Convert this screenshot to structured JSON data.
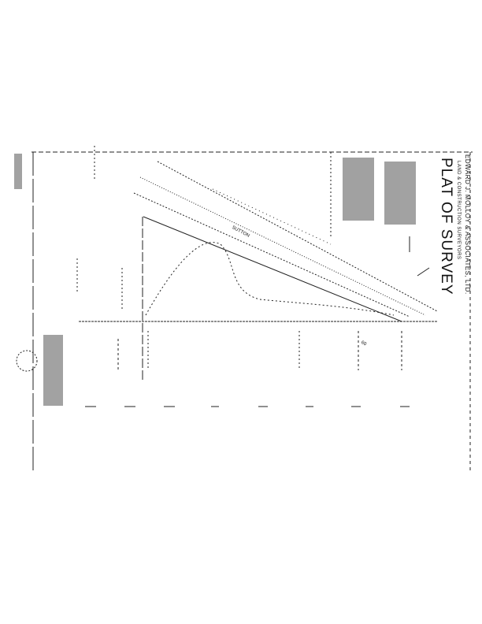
{
  "title_block": {
    "firm_name": "EDWARD J. MOLLOY & ASSOCIATES, LTD.",
    "firm_subtitle": "LAND & CONSTRUCTION SURVEYORS",
    "document_title": "PLAT OF SURVEY"
  },
  "plat": {
    "street_label": "SUTTON",
    "dimension_label": "60"
  }
}
